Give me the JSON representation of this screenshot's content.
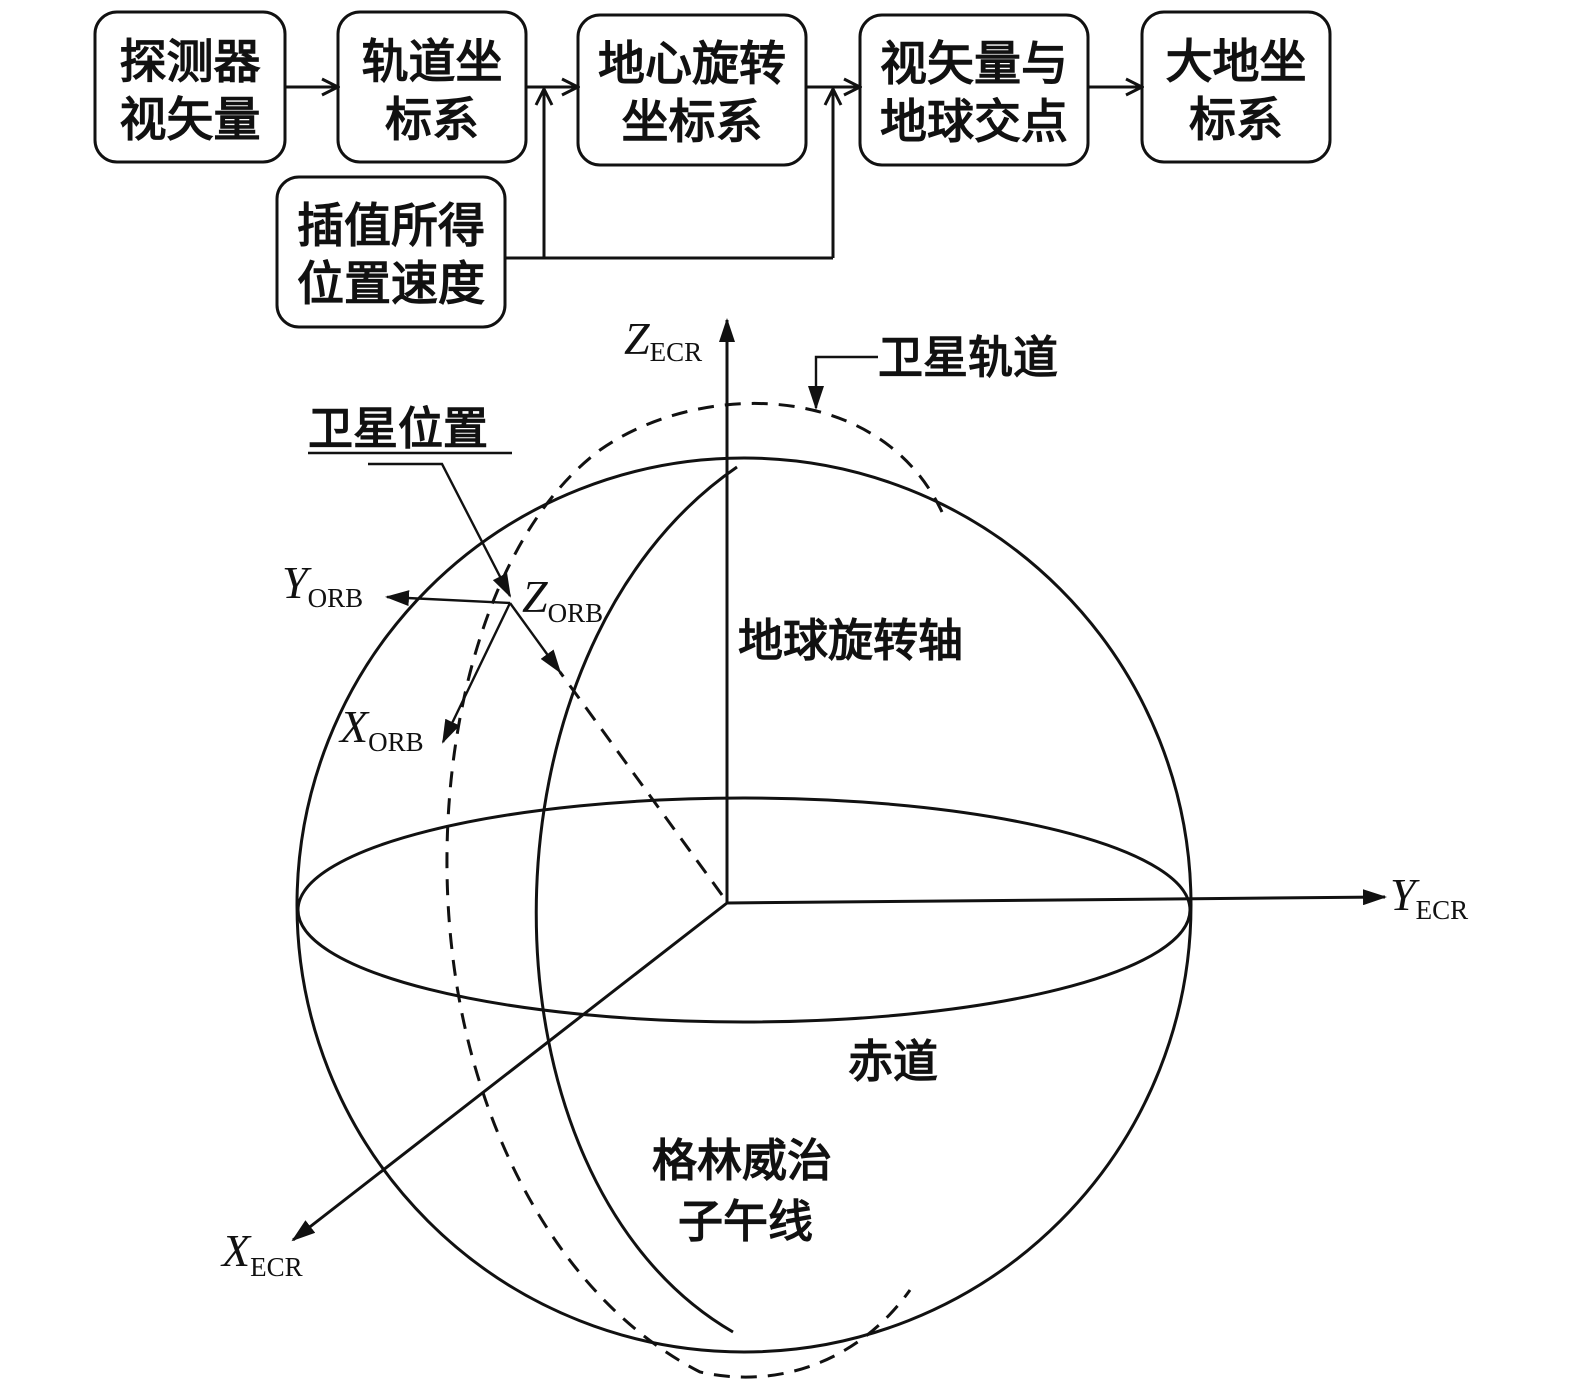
{
  "flowchart": {
    "boxes": [
      {
        "id": "detector-view-vector",
        "lines": [
          "探测器",
          "视矢量"
        ]
      },
      {
        "id": "orbit-frame",
        "lines": [
          "轨道坐",
          "标系"
        ]
      },
      {
        "id": "earth-centered-rotating-frame",
        "lines": [
          "地心旋转",
          "坐标系"
        ]
      },
      {
        "id": "view-vector-earth-intersection",
        "lines": [
          "视矢量与",
          "地球交点"
        ]
      },
      {
        "id": "geodetic-frame",
        "lines": [
          "大地坐",
          "标系"
        ]
      },
      {
        "id": "interpolated-position-velocity",
        "lines": [
          "插值所得",
          "位置速度"
        ]
      }
    ]
  },
  "globe": {
    "labels": {
      "satellite_orbit": "卫星轨道",
      "satellite_position": "卫星位置",
      "earth_rotation_axis": "地球旋转轴",
      "equator": "赤道",
      "greenwich_meridian": [
        "格林威治",
        "子午线"
      ]
    },
    "axes": {
      "z_ecr": {
        "main": "Z",
        "sub": "ECR"
      },
      "y_ecr": {
        "main": "Y",
        "sub": "ECR"
      },
      "x_ecr": {
        "main": "X",
        "sub": "ECR"
      },
      "y_orb": {
        "main": "Y",
        "sub": "ORB"
      },
      "z_orb": {
        "main": "Z",
        "sub": "ORB"
      },
      "x_orb": {
        "main": "X",
        "sub": "ORB"
      }
    }
  }
}
